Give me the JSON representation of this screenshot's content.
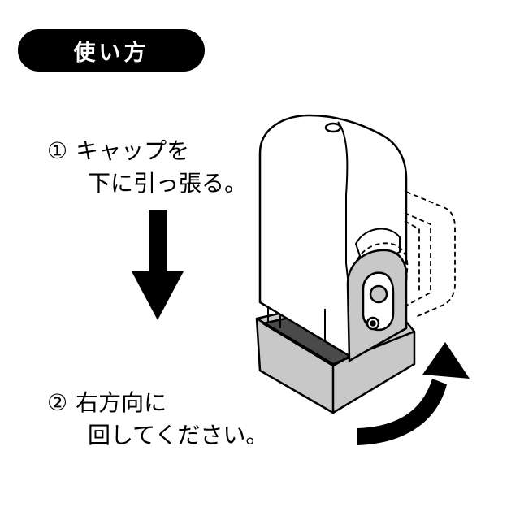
{
  "title": "使い方",
  "steps": [
    {
      "number": "①",
      "lines": [
        "キャップを",
        "下に引っ張る。"
      ]
    },
    {
      "number": "②",
      "lines": [
        "右方向に",
        "回してください。"
      ]
    }
  ],
  "colors": {
    "ink": "#000000",
    "base_gray": "#c8c8c8",
    "body": "#ffffff"
  },
  "icons": [
    "down-arrow-icon",
    "curved-right-arrow-icon"
  ]
}
